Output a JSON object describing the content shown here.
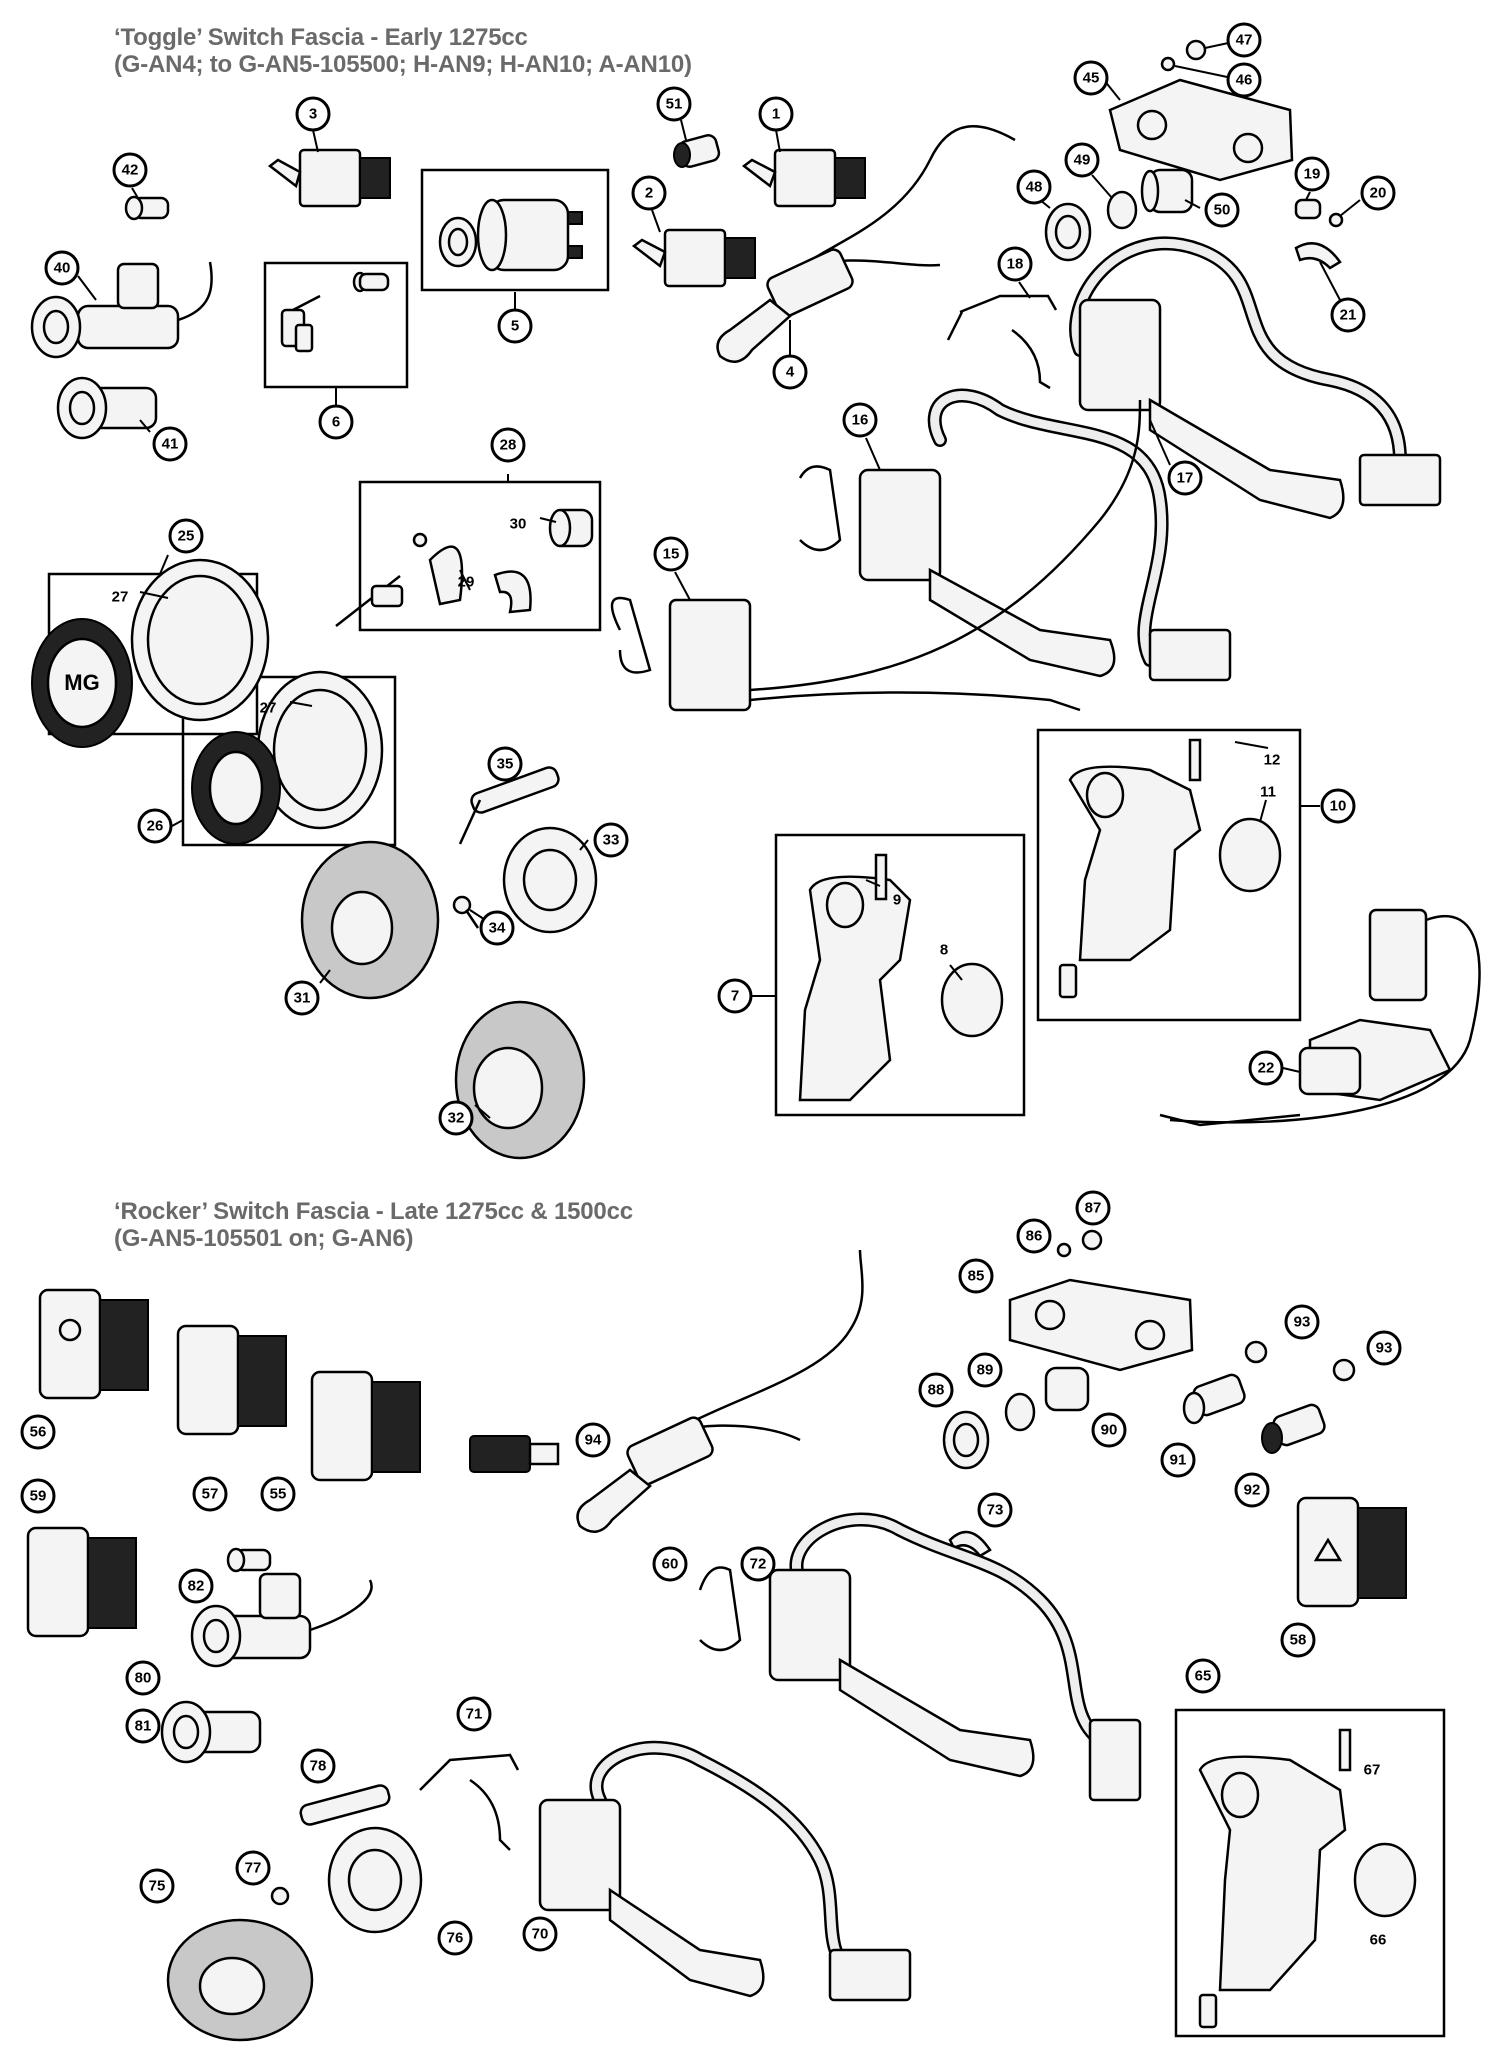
{
  "sections": [
    {
      "title": "‘Toggle’ Switch Fascia - Early 1275cc",
      "subtitle": "(G-AN4; to G-AN5-105500; H-AN9; H-AN10; A-AN10)"
    },
    {
      "title": "‘Rocker’ Switch Fascia - Late 1275cc & 1500cc",
      "subtitle": "(G-AN5-105501 on; G-AN6)"
    }
  ],
  "callouts": {
    "c1": "1",
    "c2": "2",
    "c3": "3",
    "c4": "4",
    "c5": "5",
    "c6": "6",
    "c7": "7",
    "c8": "8",
    "c9": "9",
    "c10": "10",
    "c11": "11",
    "c12": "12",
    "c15": "15",
    "c16": "16",
    "c17": "17",
    "c18": "18",
    "c19": "19",
    "c20": "20",
    "c21": "21",
    "c22": "22",
    "c25": "25",
    "c26": "26",
    "c27a": "27",
    "c27b": "27",
    "c28": "28",
    "c29": "29",
    "c30": "30",
    "c31": "31",
    "c32": "32",
    "c33": "33",
    "c34": "34",
    "c35": "35",
    "c40": "40",
    "c41": "41",
    "c42": "42",
    "c45": "45",
    "c46": "46",
    "c47": "47",
    "c48": "48",
    "c49": "49",
    "c50": "50",
    "c51": "51",
    "c55": "55",
    "c56": "56",
    "c57": "57",
    "c58": "58",
    "c59": "59",
    "c60": "60",
    "c65": "65",
    "c66": "66",
    "c67": "67",
    "c70": "70",
    "c71": "71",
    "c72": "72",
    "c73": "73",
    "c75": "75",
    "c76": "76",
    "c77": "77",
    "c78": "78",
    "c80": "80",
    "c81": "81",
    "c82": "82",
    "c85": "85",
    "c86": "86",
    "c87": "87",
    "c88": "88",
    "c89": "89",
    "c90": "90",
    "c91": "91",
    "c92": "92",
    "c93a": "93",
    "c93b": "93",
    "c94": "94"
  },
  "badge_text": "MG"
}
